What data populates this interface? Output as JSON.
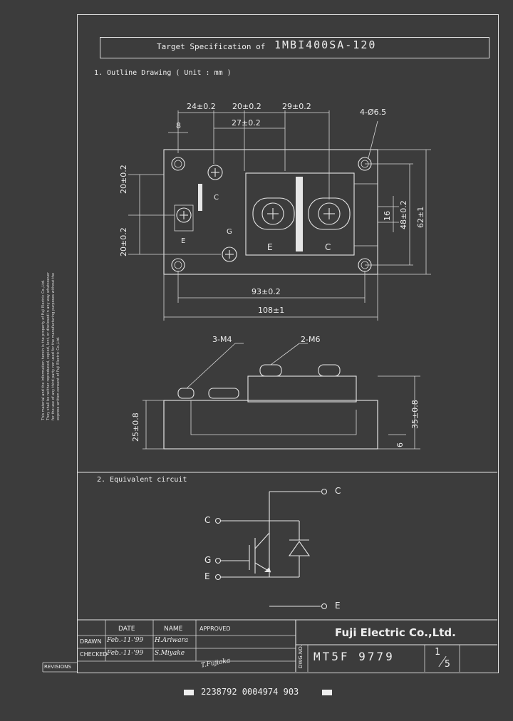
{
  "header": {
    "title_prefix": "Target Specification of",
    "part_number": "1MBI400SA-120"
  },
  "outline": {
    "heading": "1. Outline Drawing ( Unit : mm )",
    "dims": {
      "d24": "24±0.2",
      "d20a": "20±0.2",
      "d29": "29±0.2",
      "d27": "27±0.2",
      "d8": "8",
      "hole": "4-Ø6.5",
      "d20b": "20±0.2",
      "d20c": "20±0.2",
      "d16": "16",
      "d48": "48±0.2",
      "d62": "62±1",
      "d93": "93±0.2",
      "d108": "108±1",
      "m4": "3-M4",
      "m6": "2-M6",
      "d25": "25±0.8",
      "d35": "35±0.8",
      "d6": "6"
    },
    "labels": {
      "e_small": "E",
      "c_small": "C",
      "g_small": "G",
      "e_large": "E",
      "c_large": "C"
    }
  },
  "circuit": {
    "heading": "2. Equivalent circuit",
    "terminals": {
      "c_top": "C",
      "c_left": "C",
      "g_left": "G",
      "e_left": "E",
      "e_bottom": "E"
    }
  },
  "side_note": "This material and the information herein is the property of Fuji Electric Co.,Ltd. They shall be neither reproduced, copied, lent, or disclosed in any way whatsoever for the use of any third party nor used for the manufacturing purposes without the express written consent of Fuji Electric Co.,Ltd.",
  "title_block": {
    "date_header": "DATE",
    "name_header": "NAME",
    "approved_header": "APPROVED",
    "drawn_label": "DRAWN",
    "drawn_date": "Feb.-11-'99",
    "drawn_name": "H.Ariwara",
    "checked_label": "CHECKED",
    "checked_date": "Feb.-11-'99",
    "checked_name": "S.Miyake",
    "approved_sign": "T.Fujioka",
    "revisions_label": "REVISIONS",
    "company": "Fuji Electric Co.,Ltd.",
    "dwg_no_label": "DWG.NO.",
    "dwg_no": "MT5F 9779",
    "sheet_num": "1",
    "sheet_den": "5"
  },
  "barcode_text": "2238792 0004974 903"
}
